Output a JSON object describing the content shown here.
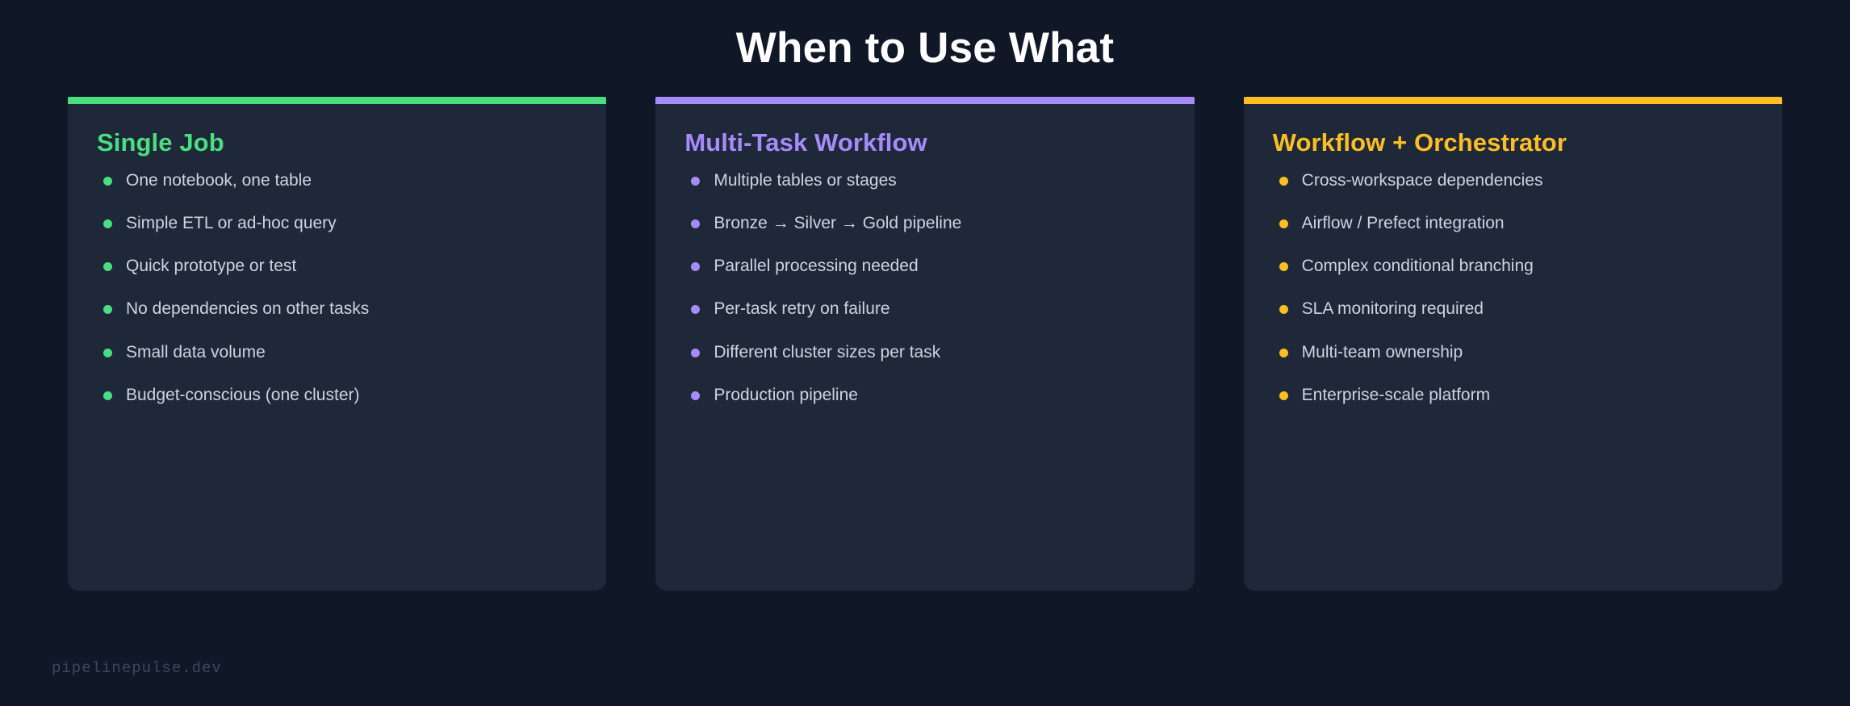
{
  "page": {
    "title": "When to Use What",
    "background_color": "#101727",
    "card_background_color": "#1f2839",
    "body_text_color": "#ccd4e0"
  },
  "cards": [
    {
      "title": "Single Job",
      "accent_color": "#4ade80",
      "items": [
        "One notebook, one table",
        "Simple ETL or ad-hoc query",
        "Quick prototype or test",
        "No dependencies on other tasks",
        "Small data volume",
        "Budget-conscious (one cluster)"
      ]
    },
    {
      "title": "Multi-Task Workflow",
      "accent_color": "#a78bfa",
      "items": [
        "Multiple tables or stages",
        "Bronze → Silver → Gold pipeline",
        "Parallel processing needed",
        "Per-task retry on failure",
        "Different cluster sizes per task",
        "Production pipeline"
      ]
    },
    {
      "title": "Workflow + Orchestrator",
      "accent_color": "#fbbf24",
      "items": [
        "Cross-workspace dependencies",
        "Airflow / Prefect integration",
        "Complex conditional branching",
        "SLA monitoring required",
        "Multi-team ownership",
        "Enterprise-scale platform"
      ]
    }
  ],
  "footer": {
    "watermark": "pipelinepulse.dev"
  }
}
